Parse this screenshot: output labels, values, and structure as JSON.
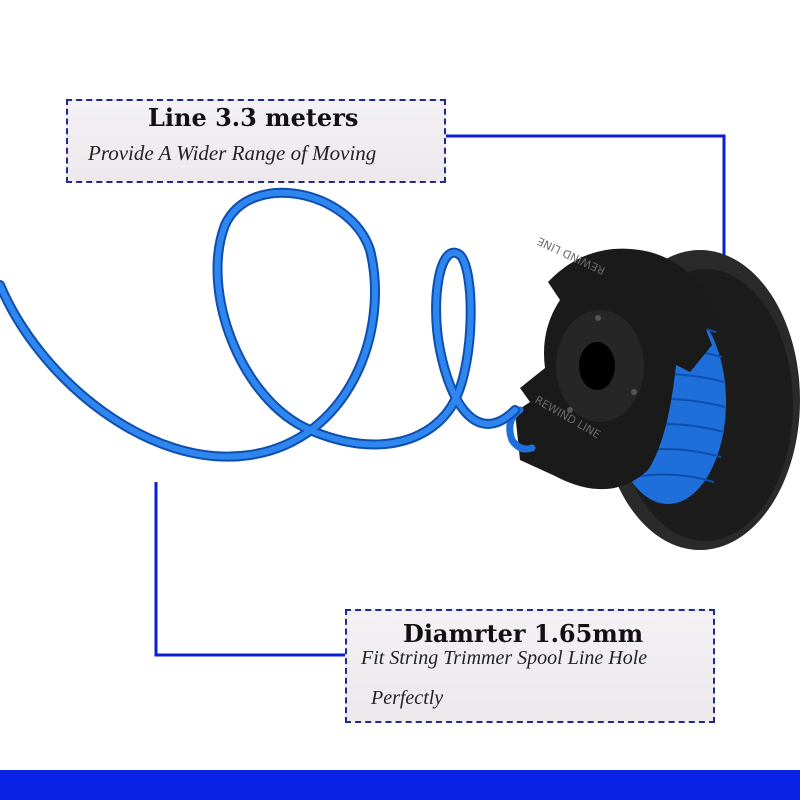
{
  "callouts": {
    "line_length": {
      "title": "Line 3.3 meters",
      "subtitle": "Provide A Wider Range of  Moving"
    },
    "diameter": {
      "title": "Diamrter 1.65mm",
      "subtitle_line1": "Fit String Trimmer Spool Line Hole",
      "subtitle_line2": "Perfectly"
    }
  },
  "spool": {
    "embossed_text": "REWIND LINE"
  },
  "colors": {
    "line_blue": "#1e6fd9",
    "leader_line": "#0b1fd1",
    "bottom_bar": "#0a22e6",
    "spool_black": "#1a1a1a",
    "callout_border": "#1f2a8c"
  }
}
